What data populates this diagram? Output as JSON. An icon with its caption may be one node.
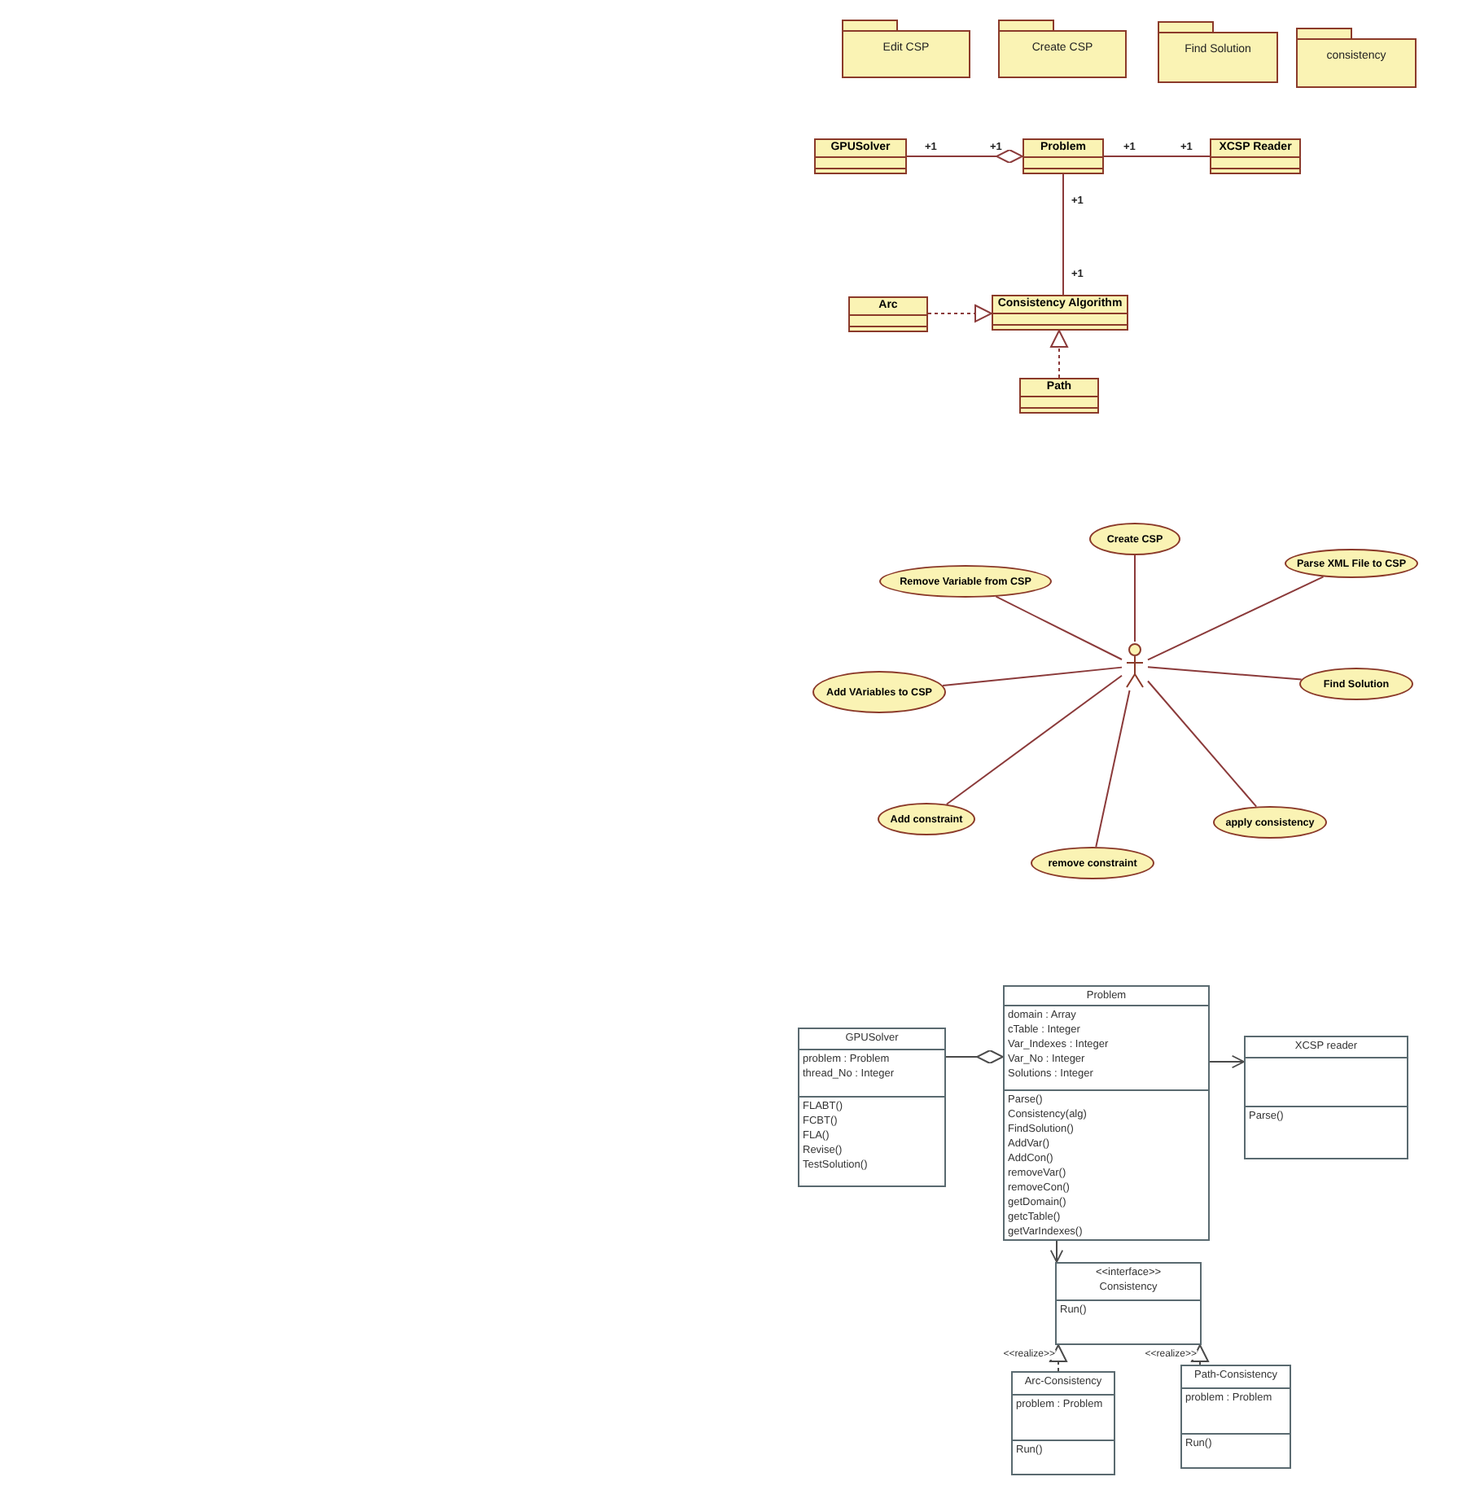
{
  "diagram": {
    "nodes": [
      {
        "text": [
          "Edit CSP"
        ]
      },
      {
        "text": [
          "Create CSP"
        ]
      },
      {
        "text": [
          "Find Solution"
        ]
      },
      {
        "text": [
          "consistency"
        ]
      },
      {
        "text": [
          "GPUSolver"
        ]
      },
      {
        "text": [
          "Problem"
        ]
      },
      {
        "text": [
          "XCSP Reader"
        ]
      },
      {
        "text": [
          "Arc"
        ]
      },
      {
        "text": [
          "Consistency Algorithm"
        ]
      },
      {
        "text": [
          "Path"
        ]
      },
      {
        "text": [],
        "shape": "person"
      },
      {
        "text": [
          "Create CSP"
        ]
      },
      {
        "text": [
          "Remove Variable from CSP"
        ]
      },
      {
        "text": [
          "Parse XML File to CSP"
        ]
      },
      {
        "text": [
          "Add VAriables to CSP"
        ]
      },
      {
        "text": [
          "Find Solution"
        ]
      },
      {
        "text": [
          "Add constraint"
        ]
      },
      {
        "text": [
          "remove constraint"
        ]
      },
      {
        "text": [
          "apply consistency"
        ]
      },
      {
        "text": [
          "GPUSolver",
          "problem : Problem",
          "thread_No : Integer",
          "FLABT()",
          "FCBT()",
          "FLA()",
          "Revise()",
          "TestSolution()"
        ]
      },
      {
        "text": [
          "Problem",
          "domain : Array",
          "cTable : Integer",
          "Var_Indexes : Integer",
          "Var_No : Integer",
          "Solutions : Integer",
          "Parse()",
          "Consistency(alg)",
          "FindSolution()",
          "AddVar()",
          "AddCon()",
          "removeVar()",
          "removeCon()",
          "getDomain()",
          "getcTable()",
          "getVarIndexes()"
        ]
      },
      {
        "text": [
          "XCSP reader",
          "Parse()"
        ]
      },
      {
        "text": [
          "<<interface>>",
          "Consistency",
          "Run()"
        ]
      },
      {
        "text": [
          "Arc-Consistency",
          "problem : Problem",
          "Run()"
        ]
      },
      {
        "text": [
          "Path-Consistency",
          "problem : Problem",
          "Run()"
        ]
      }
    ],
    "edges": [
      {
        "from": 4,
        "to": 5,
        "arrow": "other"
      },
      {
        "from": 5,
        "to": 6,
        "arrow": "none"
      },
      {
        "from": 5,
        "to": 8,
        "arrow": "none"
      },
      {
        "from": 7,
        "to": 8,
        "arrow": "to",
        "style": "dashed"
      },
      {
        "from": 9,
        "to": 8,
        "arrow": "to",
        "style": "dashed"
      },
      {
        "from": 10,
        "to": 11,
        "arrow": "none"
      },
      {
        "from": 10,
        "to": 12,
        "arrow": "none"
      },
      {
        "from": 10,
        "to": 13,
        "arrow": "none"
      },
      {
        "from": 10,
        "to": 14,
        "arrow": "none"
      },
      {
        "from": 10,
        "to": 15,
        "arrow": "none"
      },
      {
        "from": 10,
        "to": 16,
        "arrow": "none"
      },
      {
        "from": 10,
        "to": 17,
        "arrow": "none"
      },
      {
        "from": 10,
        "to": 18,
        "arrow": "none"
      },
      {
        "from": 19,
        "to": 20,
        "arrow": "other",
        "color": "#4a4a4a"
      },
      {
        "from": 20,
        "to": 21,
        "arrow": "to",
        "color": "#4a4a4a"
      },
      {
        "from": 20,
        "to": 22,
        "arrow": "to",
        "color": "#4a4a4a"
      },
      {
        "from": 23,
        "to": 22,
        "arrow": "to",
        "style": "dashed",
        "color": "#4a4a4a",
        "label": "<<realize>>"
      },
      {
        "from": 24,
        "to": 22,
        "arrow": "to",
        "style": "dashed",
        "color": "#4a4a4a",
        "label": "<<realize>>"
      }
    ],
    "labels": [
      "+1",
      "+1",
      "+1",
      "+1",
      "+1",
      "+1"
    ]
  }
}
